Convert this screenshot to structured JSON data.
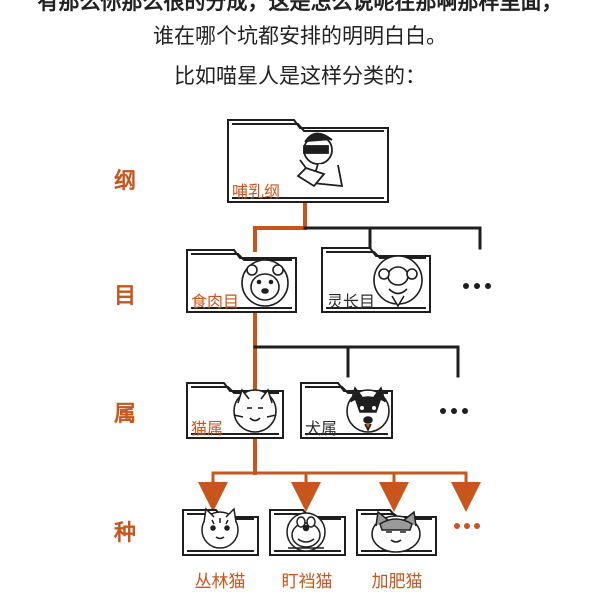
{
  "intro": {
    "line1": "有那么你那么很的分成，这是怎么说呢在那啊那样里面，",
    "line2": "谁在哪个坑都安排的明明白白。",
    "line3": "比如喵星人是这样分类的："
  },
  "ranks": {
    "class": "纲",
    "order": "目",
    "genus": "属",
    "species": "种"
  },
  "nodes": {
    "class_mammalia": "哺乳纲",
    "order_carnivora": "食肉目",
    "order_primates": "灵长目",
    "genus_felis": "猫属",
    "genus_canis": "犬属"
  },
  "ellipsis": "•••",
  "species": [
    "丛林猫",
    "盯裆猫",
    "加肥猫"
  ],
  "colors": {
    "accent": "#c8551c",
    "line_dark": "#1e1e1e",
    "folder_fill": "#ffffff"
  },
  "icons": {
    "human": "person-reading-icon",
    "bear": "bear-icon",
    "monkey": "monkey-icon",
    "cat": "cat-icon",
    "dog": "husky-icon",
    "jungle_cat": "jungle-cat-icon",
    "robot_cat": "robot-cat-icon",
    "fat_cat": "fat-cat-icon"
  }
}
